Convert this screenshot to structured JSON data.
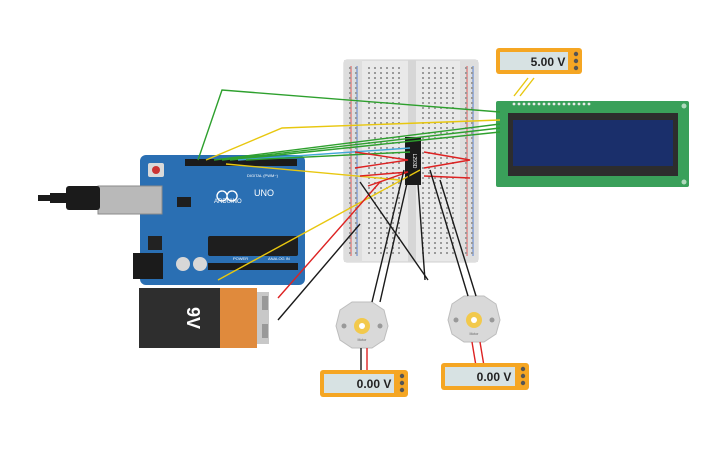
{
  "arduino": {
    "brand": "ARDUINO",
    "model": "UNO",
    "digital_label": "DIGITAL (PWM~)",
    "power_label": "POWER",
    "analog_label": "ANALOG IN"
  },
  "battery": {
    "label": "9V"
  },
  "chip": {
    "label": "L293D"
  },
  "motors": [
    {
      "label": "Motor"
    },
    {
      "label": "Motor"
    }
  ],
  "meters": [
    {
      "value": "5.00 V"
    },
    {
      "value": "0.00 V"
    },
    {
      "value": "0.00 V"
    }
  ],
  "colors": {
    "board": "#2a6fb3",
    "lcd_pcb": "#3aa05a",
    "lcd_screen": "#1a2f6b",
    "meter": "#f5a623",
    "battery": "#2e2e2e",
    "battery_cap": "#e08a3c"
  }
}
